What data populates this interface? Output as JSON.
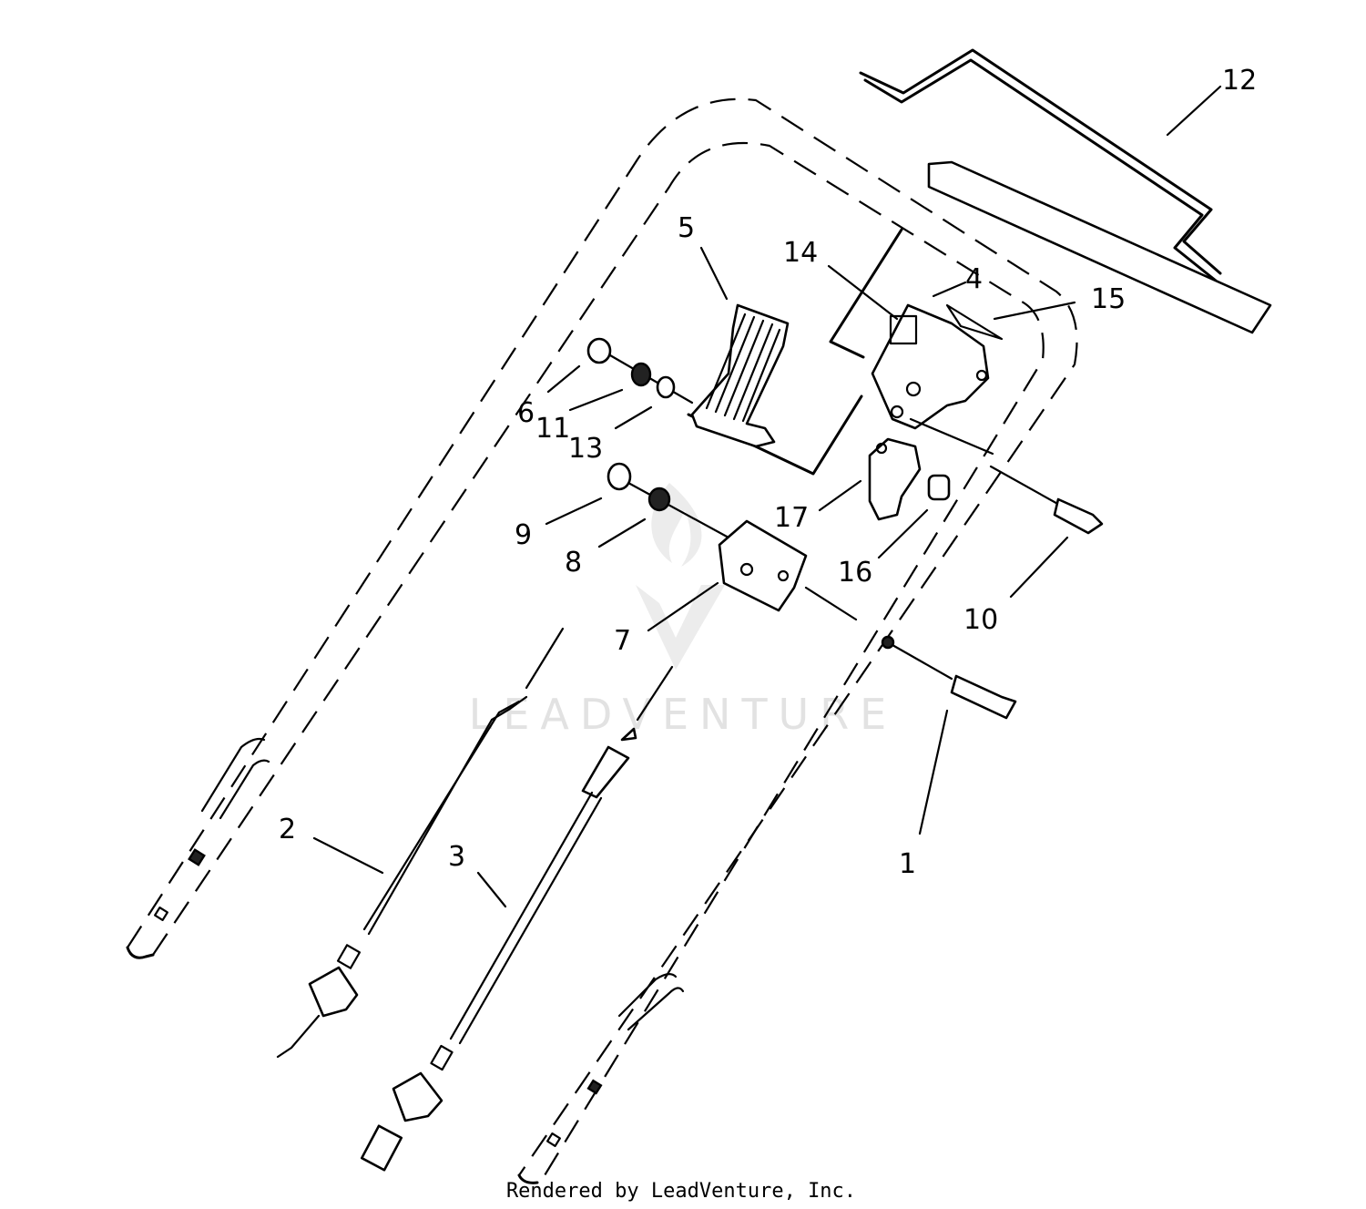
{
  "watermark": {
    "brand": "LEADVENTURE",
    "monogram": "V"
  },
  "credit": "Rendered by LeadVenture, Inc.",
  "callouts": [
    {
      "num": "1"
    },
    {
      "num": "2"
    },
    {
      "num": "3"
    },
    {
      "num": "4"
    },
    {
      "num": "5"
    },
    {
      "num": "6"
    },
    {
      "num": "7"
    },
    {
      "num": "8"
    },
    {
      "num": "9"
    },
    {
      "num": "10"
    },
    {
      "num": "11"
    },
    {
      "num": "12"
    },
    {
      "num": "13"
    },
    {
      "num": "14"
    },
    {
      "num": "15"
    },
    {
      "num": "16"
    },
    {
      "num": "17"
    }
  ]
}
